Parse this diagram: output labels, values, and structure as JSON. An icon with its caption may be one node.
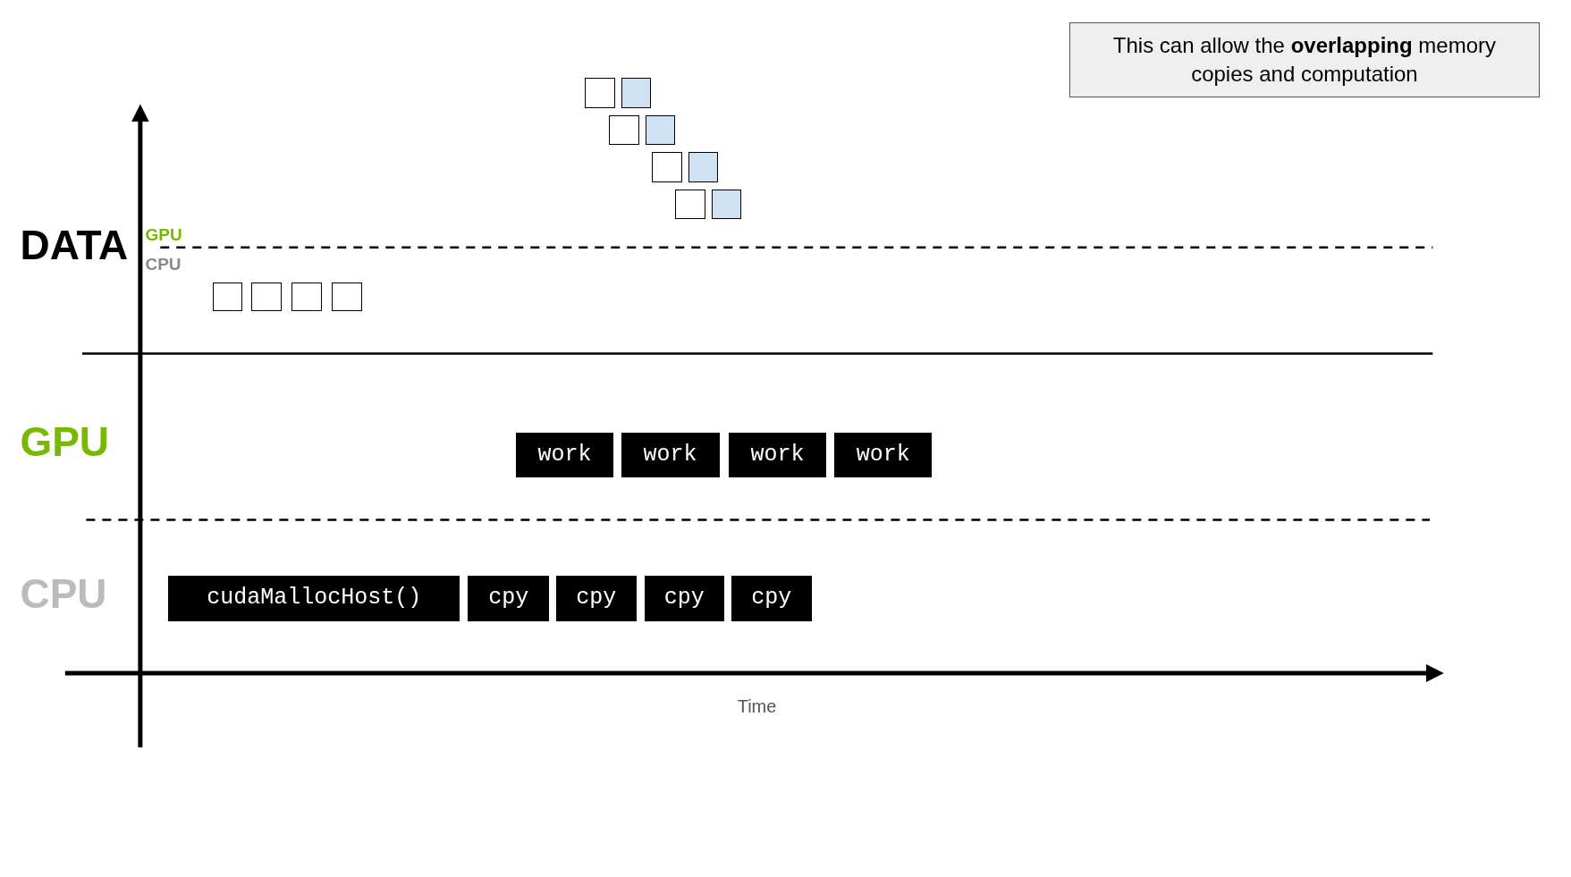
{
  "diagram": {
    "nodes": [
      {
        "text": [
          "This can allow the **overlapping** memory copies and computation"
        ]
      },
      {
        "text": [],
        "shape": "box"
      },
      {
        "text": [],
        "shape": "box"
      },
      {
        "text": [],
        "shape": "box"
      },
      {
        "text": [],
        "shape": "box"
      },
      {
        "text": [],
        "shape": "box"
      },
      {
        "text": [],
        "shape": "box"
      },
      {
        "text": [],
        "shape": "box"
      },
      {
        "text": [],
        "shape": "box"
      },
      {
        "text": [],
        "shape": "box"
      },
      {
        "text": [],
        "shape": "box"
      },
      {
        "text": [],
        "shape": "box"
      },
      {
        "text": [],
        "shape": "box"
      },
      {
        "text": [
          "work"
        ]
      },
      {
        "text": [
          "work"
        ]
      },
      {
        "text": [
          "work"
        ]
      },
      {
        "text": [
          "work"
        ]
      },
      {
        "text": [
          "cudaMallocHost()"
        ]
      },
      {
        "text": [
          "cpy"
        ]
      },
      {
        "text": [
          "cpy"
        ]
      },
      {
        "text": [
          "cpy"
        ]
      },
      {
        "text": [
          "cpy"
        ]
      }
    ],
    "edges": [],
    "labels": [
      "DATA",
      "GPU",
      "CPU",
      "GPU",
      "CPU",
      "Time"
    ]
  }
}
